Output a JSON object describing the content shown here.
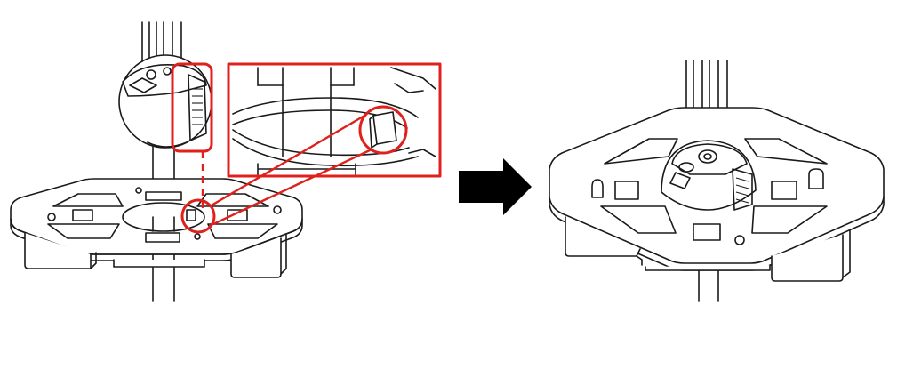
{
  "colors": {
    "line": "#1a1a1a",
    "highlight": "#e0201c",
    "arrow": "#000000",
    "background": "#ffffff"
  },
  "steps": [
    {
      "id": "before",
      "icon": "bracket-before-assembly"
    },
    {
      "id": "after",
      "icon": "bracket-after-assembly"
    }
  ],
  "indicator": {
    "icon": "right-arrow-icon"
  }
}
